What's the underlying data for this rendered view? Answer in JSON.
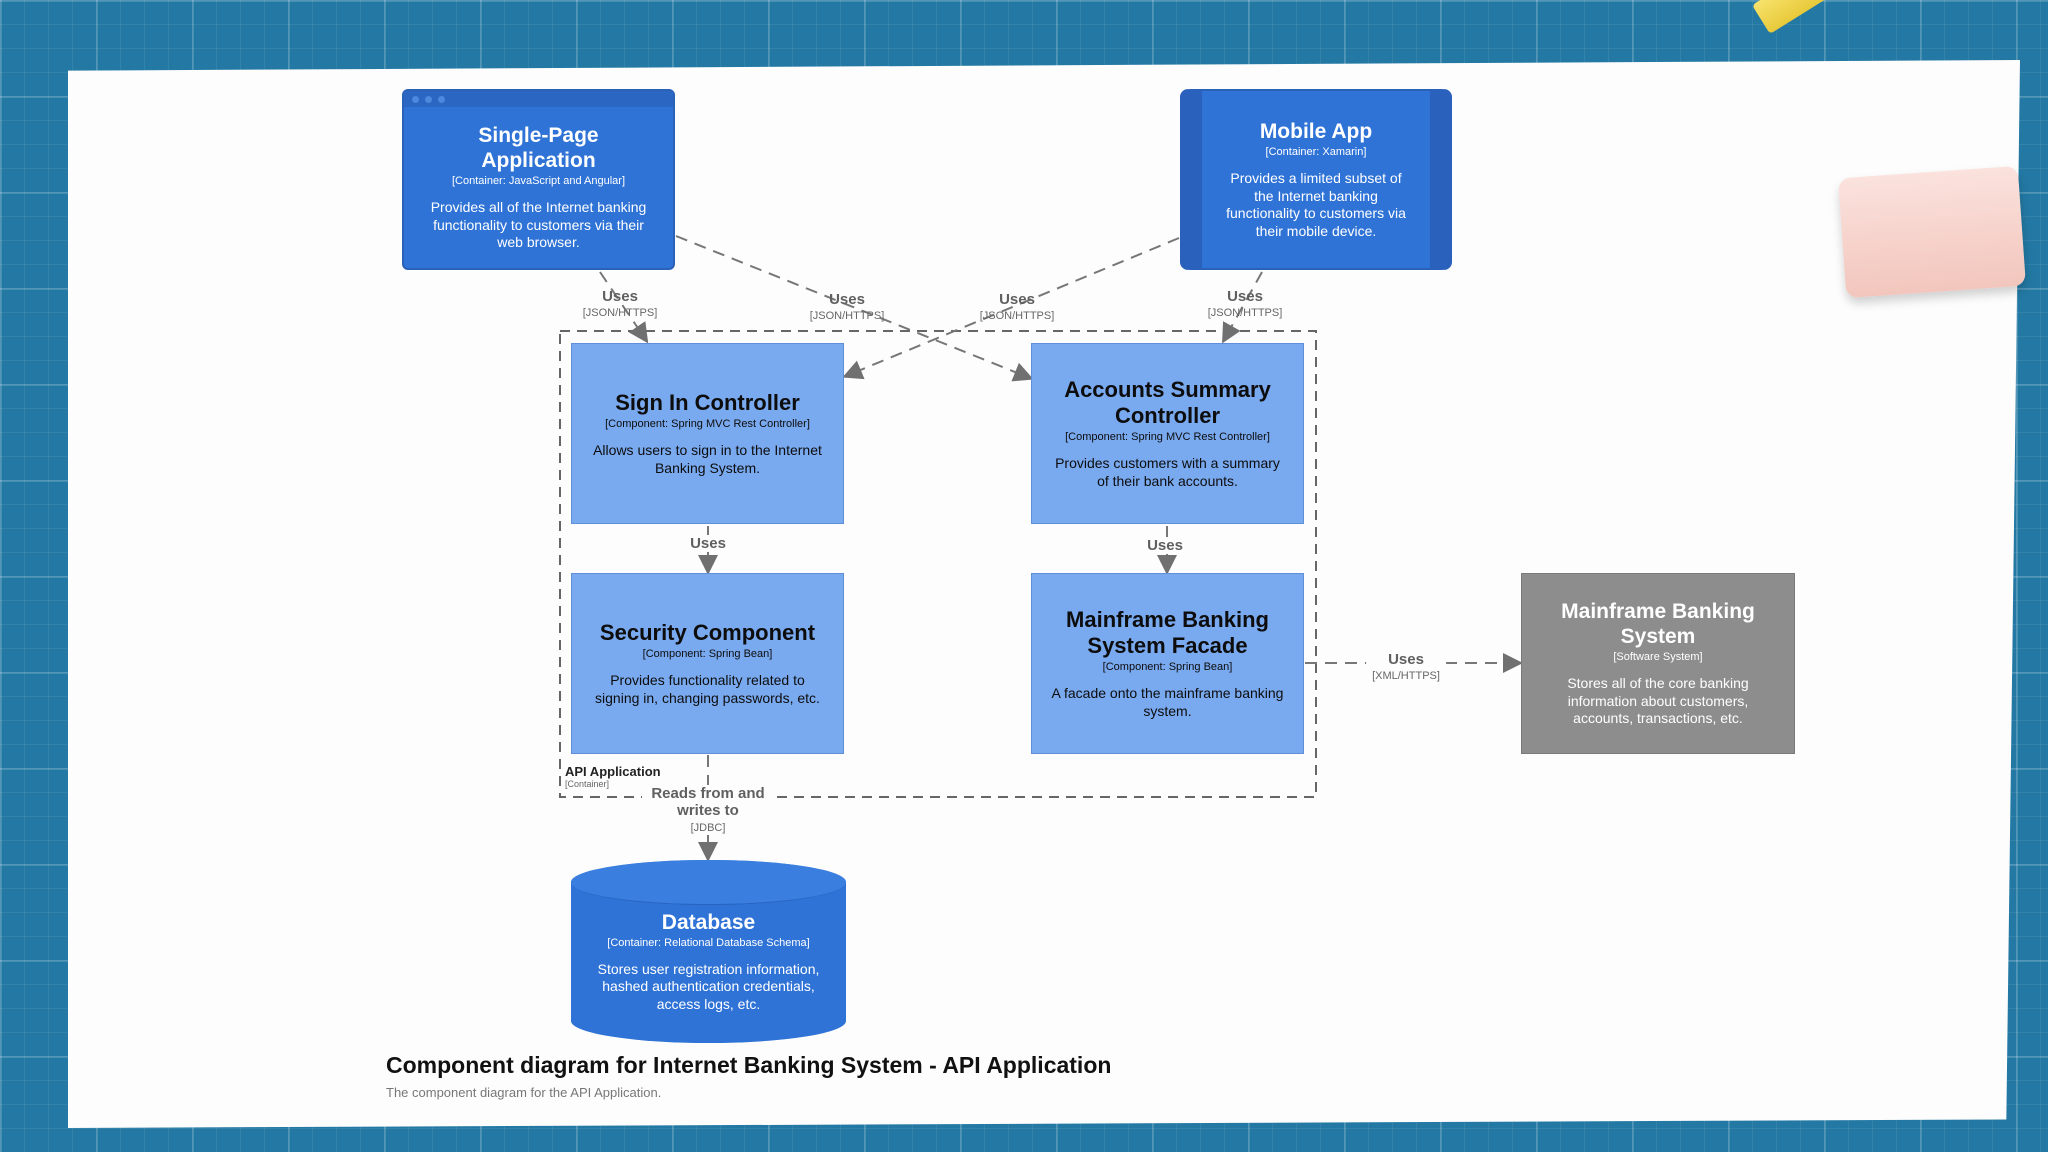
{
  "colors": {
    "background": "#2379a4",
    "container": "#2f73d6",
    "component": "#79a9ef",
    "external_system": "#8d8d8d",
    "arrow": "#707070"
  },
  "nodes": {
    "spa": {
      "title": "Single-Page Application",
      "tech": "[Container: JavaScript and Angular]",
      "desc": "Provides all of the Internet banking functionality to customers via their web browser."
    },
    "mobile": {
      "title": "Mobile App",
      "tech": "[Container: Xamarin]",
      "desc": "Provides a limited subset of the Internet banking functionality to customers via their mobile device."
    },
    "signin": {
      "title": "Sign In Controller",
      "tech": "[Component: Spring MVC Rest Controller]",
      "desc": "Allows users to sign in to the Internet Banking System."
    },
    "accounts": {
      "title": "Accounts Summary Controller",
      "tech": "[Component: Spring MVC Rest Controller]",
      "desc": "Provides customers with a summary of their bank accounts."
    },
    "security": {
      "title": "Security Component",
      "tech": "[Component: Spring Bean]",
      "desc": "Provides functionality related to signing in, changing passwords, etc."
    },
    "facade": {
      "title": "Mainframe Banking System Facade",
      "tech": "[Component: Spring Bean]",
      "desc": "A facade onto the mainframe banking system."
    },
    "mainframe": {
      "title": "Mainframe Banking System",
      "tech": "[Software System]",
      "desc": "Stores all of the core banking information about customers, accounts, transactions, etc."
    },
    "database": {
      "title": "Database",
      "tech": "[Container: Relational Database Schema]",
      "desc": "Stores user registration information, hashed authentication credentials, access logs, etc."
    }
  },
  "boundary": {
    "name": "API Application",
    "type": "[Container]"
  },
  "edges": [
    {
      "id": "spa_signin",
      "verb": "Uses",
      "protocol": "[JSON/HTTPS]"
    },
    {
      "id": "spa_accounts",
      "verb": "Uses",
      "protocol": "[JSON/HTTPS]"
    },
    {
      "id": "mobile_signin",
      "verb": "Uses",
      "protocol": "[JSON/HTTPS]"
    },
    {
      "id": "mobile_accounts",
      "verb": "Uses",
      "protocol": "[JSON/HTTPS]"
    },
    {
      "id": "signin_security",
      "verb": "Uses",
      "protocol": ""
    },
    {
      "id": "accounts_facade",
      "verb": "Uses",
      "protocol": ""
    },
    {
      "id": "facade_mainframe",
      "verb": "Uses",
      "protocol": "[XML/HTTPS]"
    },
    {
      "id": "security_db",
      "verb": "Reads from and writes to",
      "protocol": "[JDBC]"
    }
  ],
  "caption": {
    "title": "Component diagram for Internet Banking System - API Application",
    "subtitle": "The component diagram for the API Application."
  }
}
